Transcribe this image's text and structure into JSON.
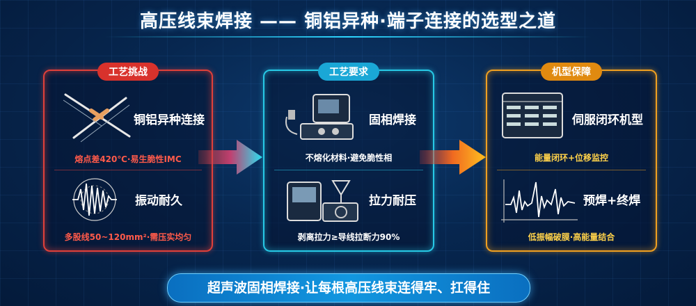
{
  "title": "高压线束焊接 —— 铜铝异种·端子连接的选型之道",
  "panels": [
    {
      "badge": "工艺挑战",
      "items": [
        {
          "label": "铜铝异种连接",
          "caption": "熔点差420℃·易生脆性IMC"
        },
        {
          "label": "振动耐久",
          "caption": "多股线50~120mm²·需压实均匀"
        }
      ]
    },
    {
      "badge": "工艺要求",
      "items": [
        {
          "label": "固相焊接",
          "caption": "不熔化材料·避免脆性相"
        },
        {
          "label": "拉力耐压",
          "caption": "剥离拉力≥导线拉断力90%"
        }
      ]
    },
    {
      "badge": "机型保障",
      "items": [
        {
          "label": "伺服闭环机型",
          "caption": "能量闭环+位移监控"
        },
        {
          "label": "预焊+终焊",
          "caption": "低振幅破膜·高能量结合"
        }
      ]
    }
  ],
  "footer": "超声波固相焊接·让每根高压线束连得牢、扛得住",
  "icons": [
    "crossed-wires-icon",
    "vibration-icon",
    "welding-machine-icon",
    "tensile-tester-icon",
    "control-panel-icon",
    "waveform-icon",
    "arrow-right-icon"
  ],
  "colors": {
    "challenge": "#e0403a",
    "requirement": "#27c9e6",
    "guarantee": "#f0a020"
  }
}
